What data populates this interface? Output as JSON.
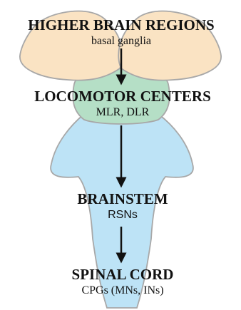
{
  "diagram": {
    "levels": [
      {
        "title": "HIGHER BRAIN REGIONS",
        "subtitle": "basal ganglia"
      },
      {
        "title": "LOCOMOTOR CENTERS",
        "subtitle": "MLR, DLR"
      },
      {
        "title": "BRAINSTEM",
        "subtitle": "RSNs"
      },
      {
        "title": "SPINAL CORD",
        "subtitle": "CPGs (MNs, INs)"
      }
    ],
    "colors": {
      "higher_brain": "#FAE3C3",
      "locomotor": "#B5DFC6",
      "brainstem_spinal": "#BDE3F6",
      "outline": "#A8A8A8",
      "arrow": "#111111"
    }
  }
}
